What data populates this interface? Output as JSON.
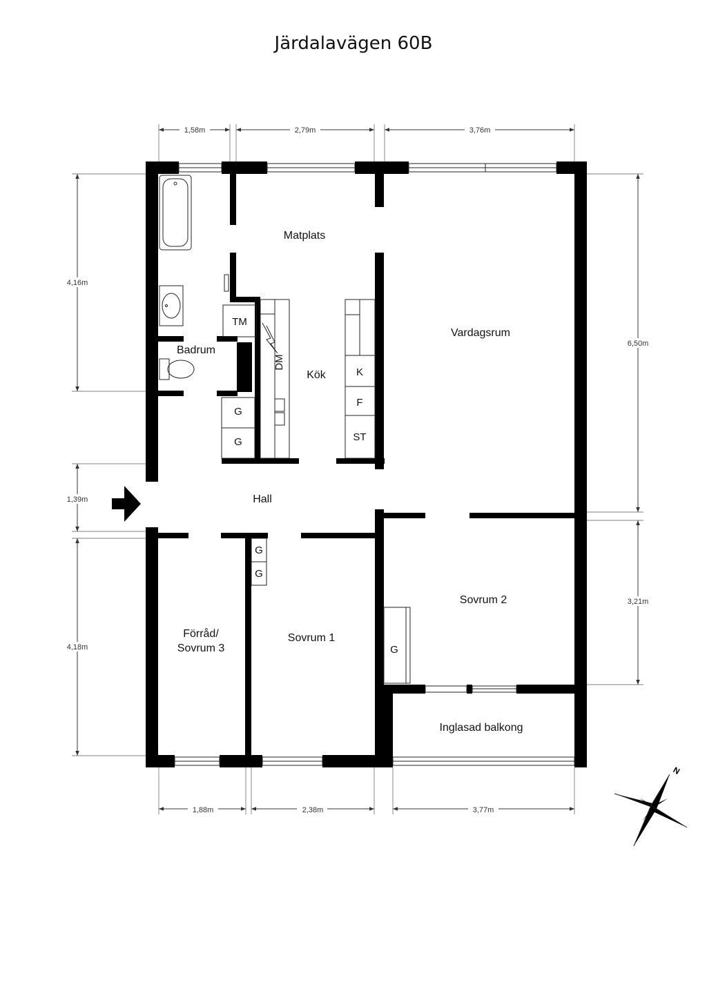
{
  "title": "Järdalavägen 60B",
  "rooms": {
    "matplats": "Matplats",
    "vardagsrum": "Vardagsrum",
    "badrum": "Badrum",
    "kok": "Kök",
    "hall": "Hall",
    "forrad_line1": "Förråd/",
    "forrad_line2": "Sovrum 3",
    "sovrum1": "Sovrum 1",
    "sovrum2": "Sovrum 2",
    "balkong": "Inglasad balkong"
  },
  "fixtures": {
    "tm": "TM",
    "dm": "DM",
    "k": "K",
    "f": "F",
    "st": "ST",
    "g": "G"
  },
  "dimensions": {
    "top": [
      "1,58m",
      "2,79m",
      "3,76m"
    ],
    "bottom": [
      "1,88m",
      "2,38m",
      "3,77m"
    ],
    "left": [
      "4,16m",
      "1,39m",
      "4,18m"
    ],
    "right": [
      "6,50m",
      "3,21m"
    ]
  },
  "compass": {
    "north_label": "N"
  }
}
